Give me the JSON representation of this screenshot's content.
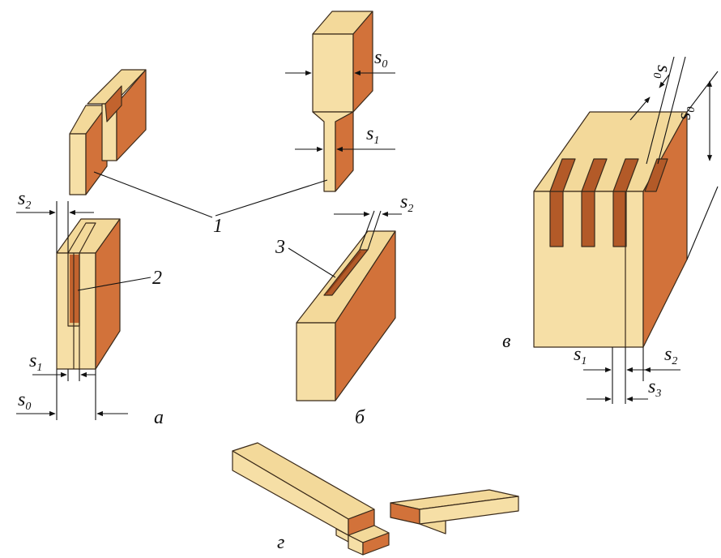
{
  "colors": {
    "wood_face": "#f6dfa6",
    "wood_top": "#f3d99a",
    "end_grain": "#d2723a",
    "end_grain_dark": "#b35a28",
    "background": "#ffffff"
  },
  "callouts": {
    "part_1": "1",
    "part_2": "2",
    "part_3": "3"
  },
  "panels": {
    "a": "а",
    "b": "б",
    "v": "в",
    "g": "г"
  },
  "dimensions": {
    "s0": {
      "base": "s",
      "sub": "0"
    },
    "s1": {
      "base": "s",
      "sub": "1"
    },
    "s2": {
      "base": "s",
      "sub": "2"
    },
    "s3": {
      "base": "s",
      "sub": "3"
    }
  }
}
